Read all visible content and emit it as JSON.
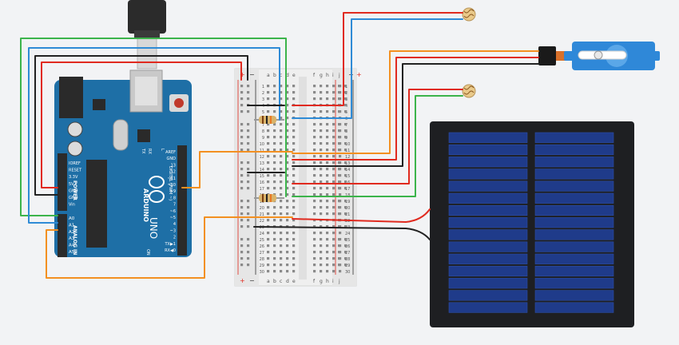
{
  "arduino": {
    "brand": "ARDUINO",
    "model": "UNO",
    "reset_label": "RESET",
    "on_label": "ON",
    "tx_label": "TX",
    "rx_label": "RX",
    "l_label": "L",
    "power_title": "POWER",
    "analog_title": "ANALOG IN",
    "digital_title": "DIGITAL (PWM ~)",
    "power_pins": [
      "IOREF",
      "RESET",
      "3.3V",
      "5V",
      "GND",
      "GND",
      "Vin"
    ],
    "analog_pins": [
      "A0",
      "A1",
      "A2",
      "A3",
      "A4",
      "A5"
    ],
    "digital_pins": [
      "AREF",
      "GND",
      "13",
      "12",
      "~11",
      "~10",
      "~9",
      "8",
      "7",
      "~6",
      "~5",
      "4",
      "~3",
      "2",
      "TX▶1",
      "RX◀0"
    ]
  },
  "breadboard": {
    "cols_left": [
      "a",
      "b",
      "c",
      "d",
      "e"
    ],
    "cols_right": [
      "f",
      "g",
      "h",
      "i",
      "j"
    ],
    "row_numbers": [
      "1",
      "2",
      "3",
      "4",
      "5",
      "6",
      "7",
      "8",
      "9",
      "10",
      "11",
      "12",
      "13",
      "14",
      "15",
      "16",
      "17",
      "18",
      "19",
      "20",
      "21",
      "22",
      "23",
      "24",
      "25",
      "26",
      "27",
      "28",
      "29",
      "30"
    ],
    "plus": "+",
    "minus": "−"
  },
  "colors": {
    "board": "#1e6fa6",
    "wire_red": "#e02a1f",
    "wire_black": "#222222",
    "wire_blue": "#2f8bd6",
    "wire_green": "#3cb44b",
    "wire_orange": "#f39021",
    "panel_frame": "#1e1f22",
    "panel_cell": "#1f3b8a",
    "servo": "#2f88d8"
  }
}
